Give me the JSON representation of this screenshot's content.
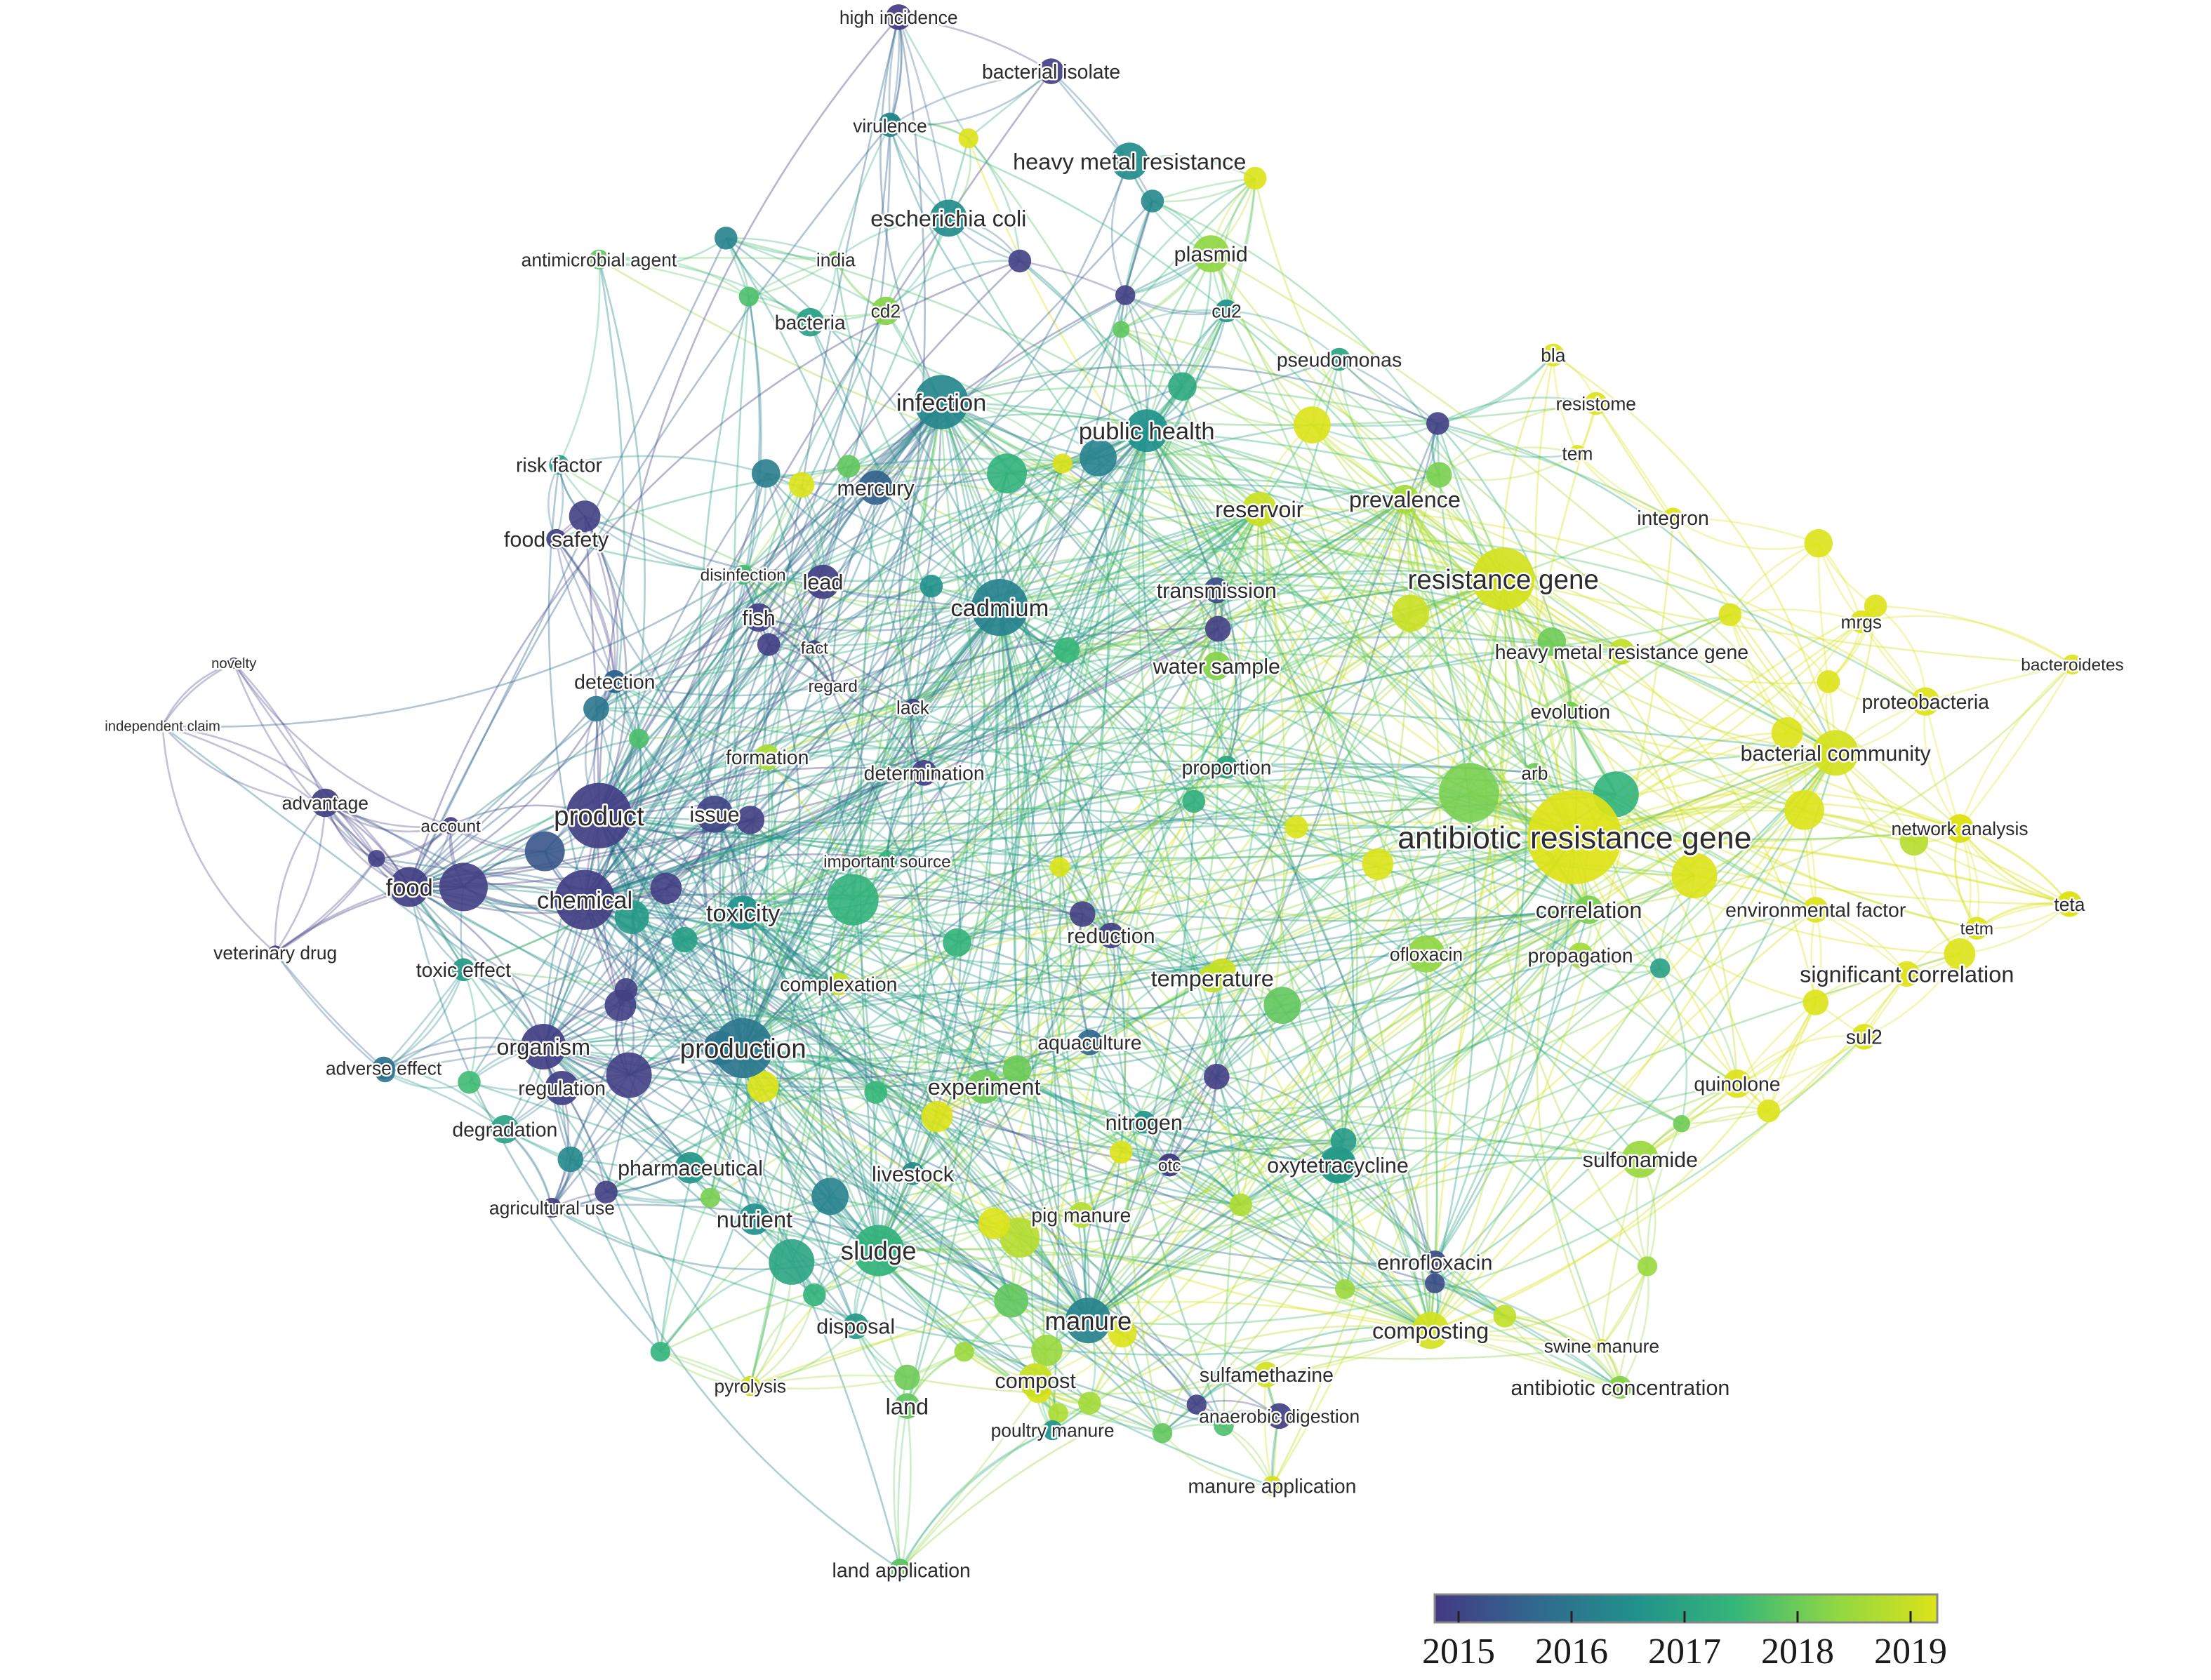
{
  "legend": {
    "ticks": [
      "2015",
      "2016",
      "2017",
      "2018",
      "2019"
    ],
    "colors": [
      "#443983",
      "#31688e",
      "#21918c",
      "#35b779",
      "#90d743",
      "#dde318"
    ]
  },
  "nodes": [
    {
      "id": "high_incidence",
      "label": "high incidence",
      "year": 2015.0
    },
    {
      "id": "bacterial_isolate",
      "label": "bacterial isolate",
      "year": 2015.1
    },
    {
      "id": "virulence",
      "label": "virulence",
      "year": 2016.4
    },
    {
      "id": "heavy_metal_resistance",
      "label": "heavy metal resistance",
      "year": 2016.5
    },
    {
      "id": "escherichia_coli",
      "label": "escherichia coli",
      "year": 2016.5
    },
    {
      "id": "antimicrobial_agent",
      "label": "antimicrobial agent",
      "year": 2017.8
    },
    {
      "id": "india",
      "label": "india",
      "year": 2017.9
    },
    {
      "id": "plasmid",
      "label": "plasmid",
      "year": 2018.2
    },
    {
      "id": "bacteria",
      "label": "bacteria",
      "year": 2016.9
    },
    {
      "id": "cd2",
      "label": "cd2",
      "year": 2018.1
    },
    {
      "id": "cu2",
      "label": "cu2",
      "year": 2016.6
    },
    {
      "id": "pseudomonas",
      "label": "pseudomonas",
      "year": 2017.0
    },
    {
      "id": "bla",
      "label": "bla",
      "year": 2019.0
    },
    {
      "id": "resistome",
      "label": "resistome",
      "year": 2019.0
    },
    {
      "id": "tem",
      "label": "tem",
      "year": 2019.0
    },
    {
      "id": "infection",
      "label": "infection",
      "year": 2016.4
    },
    {
      "id": "public_health",
      "label": "public health",
      "year": 2016.6
    },
    {
      "id": "risk_factor",
      "label": "risk factor",
      "year": 2016.9
    },
    {
      "id": "mercury",
      "label": "mercury",
      "year": 2015.7
    },
    {
      "id": "reservoir",
      "label": "reservoir",
      "year": 2018.8
    },
    {
      "id": "prevalence",
      "label": "prevalence",
      "year": 2018.4
    },
    {
      "id": "integron",
      "label": "integron",
      "year": 2019.0
    },
    {
      "id": "food_safety",
      "label": "food safety",
      "year": 2015.1
    },
    {
      "id": "disinfection",
      "label": "disinfection",
      "year": 2017.5
    },
    {
      "id": "lead",
      "label": "lead",
      "year": 2015.1
    },
    {
      "id": "fish",
      "label": "fish",
      "year": 2015.1
    },
    {
      "id": "cadmium",
      "label": "cadmium",
      "year": 2016.3
    },
    {
      "id": "transmission",
      "label": "transmission",
      "year": 2015.3
    },
    {
      "id": "resistance_gene",
      "label": "resistance gene",
      "year": 2018.9
    },
    {
      "id": "mrgs",
      "label": "mrgs",
      "year": 2019.0
    },
    {
      "id": "novelty",
      "label": "novelty",
      "year": 2015.2
    },
    {
      "id": "fact",
      "label": "fact",
      "year": 2015.1
    },
    {
      "id": "detection",
      "label": "detection",
      "year": 2015.8
    },
    {
      "id": "regard",
      "label": "regard",
      "year": 2015.1
    },
    {
      "id": "water_sample",
      "label": "water sample",
      "year": 2018.1
    },
    {
      "id": "heavy_metal_resistance_gene",
      "label": "heavy metal resistance gene",
      "year": 2018.7
    },
    {
      "id": "bacteroidetes",
      "label": "bacteroidetes",
      "year": 2019.0
    },
    {
      "id": "independent_claim",
      "label": "independent claim",
      "year": 2015.2
    },
    {
      "id": "lack",
      "label": "lack",
      "year": 2015.1
    },
    {
      "id": "evolution",
      "label": "evolution",
      "year": 2018.0
    },
    {
      "id": "proteobacteria",
      "label": "proteobacteria",
      "year": 2019.0
    },
    {
      "id": "formation",
      "label": "formation",
      "year": 2018.5
    },
    {
      "id": "determination",
      "label": "determination",
      "year": 2015.1
    },
    {
      "id": "bacterial_community",
      "label": "bacterial community",
      "year": 2018.9
    },
    {
      "id": "proportion",
      "label": "proportion",
      "year": 2017.0
    },
    {
      "id": "arb",
      "label": "arb",
      "year": 2017.9
    },
    {
      "id": "advantage",
      "label": "advantage",
      "year": 2015.1
    },
    {
      "id": "account",
      "label": "account",
      "year": 2015.1
    },
    {
      "id": "product",
      "label": "product",
      "year": 2015.1
    },
    {
      "id": "issue",
      "label": "issue",
      "year": 2015.2
    },
    {
      "id": "antibiotic_resistance_gene",
      "label": "antibiotic resistance gene",
      "year": 2019.0
    },
    {
      "id": "network_analysis",
      "label": "network analysis",
      "year": 2019.0
    },
    {
      "id": "important_source",
      "label": "important source",
      "year": 2017.3
    },
    {
      "id": "food",
      "label": "food",
      "year": 2015.1
    },
    {
      "id": "chemical",
      "label": "chemical",
      "year": 2015.1
    },
    {
      "id": "toxicity",
      "label": "toxicity",
      "year": 2016.6
    },
    {
      "id": "correlation",
      "label": "correlation",
      "year": 2018.0
    },
    {
      "id": "environmental_factor",
      "label": "environmental factor",
      "year": 2019.0
    },
    {
      "id": "teta",
      "label": "teta",
      "year": 2019.0
    },
    {
      "id": "reduction",
      "label": "reduction",
      "year": 2015.1
    },
    {
      "id": "veterinary_drug",
      "label": "veterinary drug",
      "year": 2015.1
    },
    {
      "id": "toxic_effect",
      "label": "toxic effect",
      "year": 2016.8
    },
    {
      "id": "ofloxacin",
      "label": "ofloxacin",
      "year": 2018.2
    },
    {
      "id": "propagation",
      "label": "propagation",
      "year": 2018.4
    },
    {
      "id": "tetm",
      "label": "tetm",
      "year": 2019.0
    },
    {
      "id": "complexation",
      "label": "complexation",
      "year": 2018.8
    },
    {
      "id": "temperature",
      "label": "temperature",
      "year": 2018.7
    },
    {
      "id": "significant_correlation",
      "label": "significant correlation",
      "year": 2019.0
    },
    {
      "id": "organism",
      "label": "organism",
      "year": 2015.1
    },
    {
      "id": "production",
      "label": "production",
      "year": 2016.1
    },
    {
      "id": "aquaculture",
      "label": "aquaculture",
      "year": 2015.8
    },
    {
      "id": "sul2",
      "label": "sul2",
      "year": 2019.0
    },
    {
      "id": "adverse_effect",
      "label": "adverse effect",
      "year": 2016.0
    },
    {
      "id": "regulation",
      "label": "regulation",
      "year": 2015.1
    },
    {
      "id": "experiment",
      "label": "experiment",
      "year": 2017.9
    },
    {
      "id": "quinolone",
      "label": "quinolone",
      "year": 2019.0
    },
    {
      "id": "degradation",
      "label": "degradation",
      "year": 2017.0
    },
    {
      "id": "nitrogen",
      "label": "nitrogen",
      "year": 2016.7
    },
    {
      "id": "otc",
      "label": "otc",
      "year": 2015.1
    },
    {
      "id": "oxytetracycline",
      "label": "oxytetracycline",
      "year": 2016.8
    },
    {
      "id": "sulfonamide",
      "label": "sulfonamide",
      "year": 2018.3
    },
    {
      "id": "pharmaceutical",
      "label": "pharmaceutical",
      "year": 2016.7
    },
    {
      "id": "livestock",
      "label": "livestock",
      "year": 2016.4
    },
    {
      "id": "agricultural_use",
      "label": "agricultural use",
      "year": 2015.1
    },
    {
      "id": "nutrient",
      "label": "nutrient",
      "year": 2016.6
    },
    {
      "id": "pig_manure",
      "label": "pig manure",
      "year": 2018.6
    },
    {
      "id": "sludge",
      "label": "sludge",
      "year": 2017.3
    },
    {
      "id": "enrofloxacin",
      "label": "enrofloxacin",
      "year": 2015.3
    },
    {
      "id": "manure",
      "label": "manure",
      "year": 2016.3
    },
    {
      "id": "disposal",
      "label": "disposal",
      "year": 2016.8
    },
    {
      "id": "composting",
      "label": "composting",
      "year": 2018.9
    },
    {
      "id": "swine_manure",
      "label": "swine manure",
      "year": 2019.0
    },
    {
      "id": "compost",
      "label": "compost",
      "year": 2018.8
    },
    {
      "id": "sulfamethazine",
      "label": "sulfamethazine",
      "year": 2018.9
    },
    {
      "id": "pyrolysis",
      "label": "pyrolysis",
      "year": 2018.9
    },
    {
      "id": "land",
      "label": "land",
      "year": 2017.8
    },
    {
      "id": "antibiotic_concentration",
      "label": "antibiotic concentration",
      "year": 2018.1
    },
    {
      "id": "anaerobic_digestion",
      "label": "anaerobic digestion",
      "year": 2015.1
    },
    {
      "id": "poultry_manure",
      "label": "poultry manure",
      "year": 2016.6
    },
    {
      "id": "manure_application",
      "label": "manure application",
      "year": 2018.9
    },
    {
      "id": "land_application",
      "label": "land application",
      "year": 2017.8
    }
  ]
}
